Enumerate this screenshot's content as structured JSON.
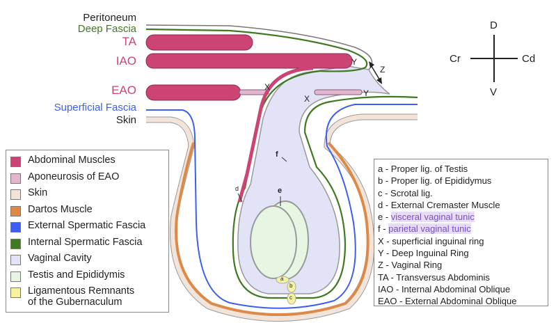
{
  "layer_labels": {
    "peritoneum": "Peritoneum",
    "deep_fascia": "Deep Fascia",
    "ta": "TA",
    "iao": "IAO",
    "eao": "EAO",
    "superficial_fascia": "Superficial Fascia",
    "skin": "Skin"
  },
  "markers": {
    "x_left": "X",
    "x_right": "X",
    "y_upper": "Y",
    "y_lower": "Y",
    "z": "Z",
    "d": "d",
    "e": "e",
    "f": "f",
    "a": "a",
    "b": "b",
    "c": "c"
  },
  "orientation": {
    "dorsal": "D",
    "ventral": "V",
    "cranial": "Cr",
    "caudal": "Cd"
  },
  "legend": [
    {
      "label": "Abdominal Muscles",
      "color": "#cc4474"
    },
    {
      "label": "Aponeurosis of EAO",
      "color": "#e2b6cf"
    },
    {
      "label": "Skin",
      "color": "#f3e4da"
    },
    {
      "label": "Dartos Muscle",
      "color": "#dd8a48"
    },
    {
      "label": "External Spermatic Fascia",
      "color": "#3d5ef0"
    },
    {
      "label": "Internal Spermatic Fascia",
      "color": "#3f7a22"
    },
    {
      "label": "Vaginal Cavity",
      "color": "#e3e3f7"
    },
    {
      "label": "Testis and Epididymis",
      "color": "#e6f6e2"
    },
    {
      "label": "Ligamentous Remnants of the Gubernaculum",
      "label_line1": "Ligamentous Remnants",
      "label_line2": "of the Gubernaculum",
      "color": "#f6f3a0"
    }
  ],
  "key": [
    "a - Proper lig. of Testis",
    "b - Proper lig. of Epididymus",
    "c - Scrotal lig.",
    "d - External Cremaster Muscle",
    "e - ",
    "visceral vaginal tunic",
    "f - ",
    "parietal vaginal tunic",
    "X - superficial inguinal ring",
    "Y - Deep Inguinal Ring",
    "Z - Vaginal Ring",
    "TA - Transversus Abdominis",
    "IAO - Internal Abdominal Oblique",
    "EAO - External Abdominal Oblique"
  ]
}
